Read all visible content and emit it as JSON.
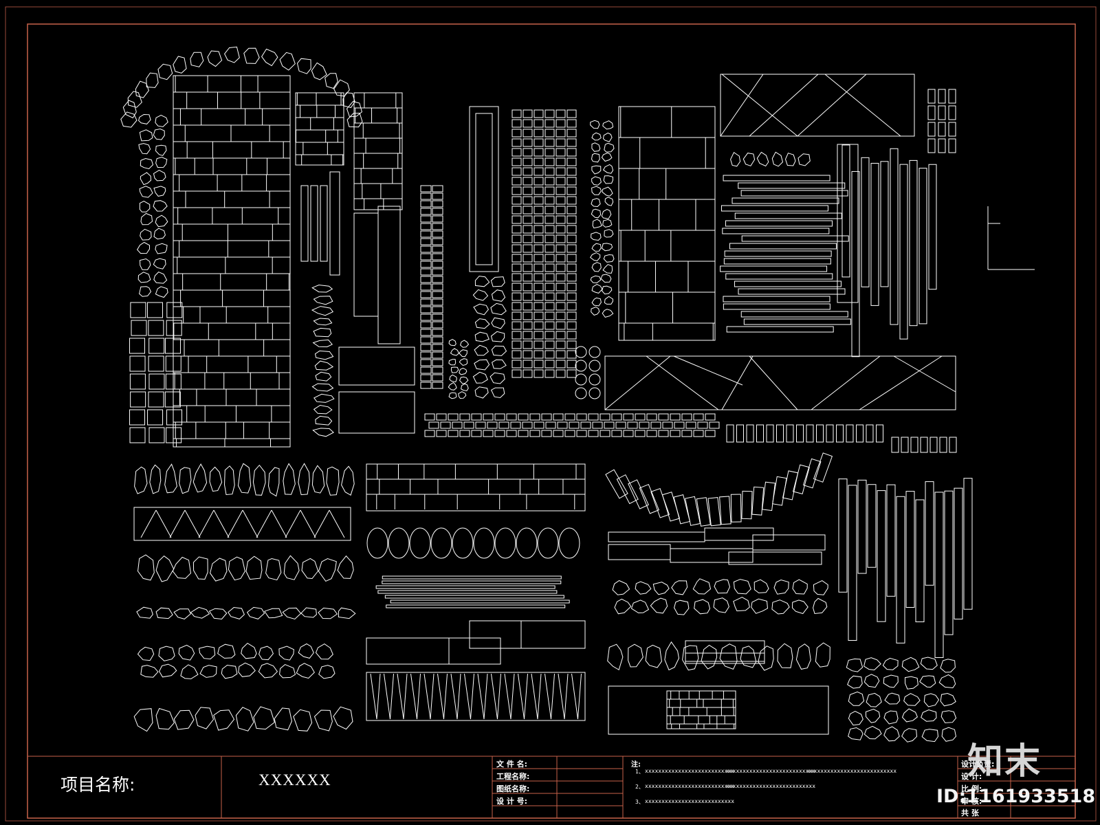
{
  "title_block": {
    "project_label": "项目名称:",
    "project_value": "XXXXXX",
    "file_name_label": "文 件 名:",
    "project_name_label": "工程名称:",
    "drawing_name_label": "图纸名称:",
    "design_no_label": "设 计 号:",
    "notes_label": "注:",
    "notes": [
      {
        "prefix": "1、",
        "texts": [
          "xxxxxxxxxxxxxxxxxxxxxxxxxxx",
          "xxxxxxxxxxxxxxxxxxxxxxxxxxx",
          "xxxxxxxxxxxxxxxxxxxxxxxxxxx"
        ]
      },
      {
        "prefix": "2、",
        "texts": [
          "xxxxxxxxxxxxxxxxxxxxxxxxxxx",
          "xxxxxxxxxxxxxxxxxxxxxxxxxxx"
        ]
      },
      {
        "prefix": "3、",
        "texts": [
          "xxxxxxxxxxxxxxxxxxxxxxxxxxx"
        ]
      }
    ],
    "right_fields": [
      "设计负责:",
      "设 计:",
      "比 例:",
      "审 核:",
      "共 张"
    ]
  },
  "watermark": {
    "brand": "知末",
    "id_text": "ID:1161933518"
  },
  "colors": {
    "background": "#000000",
    "line": "#ffffff",
    "frame": "#c8624a"
  }
}
